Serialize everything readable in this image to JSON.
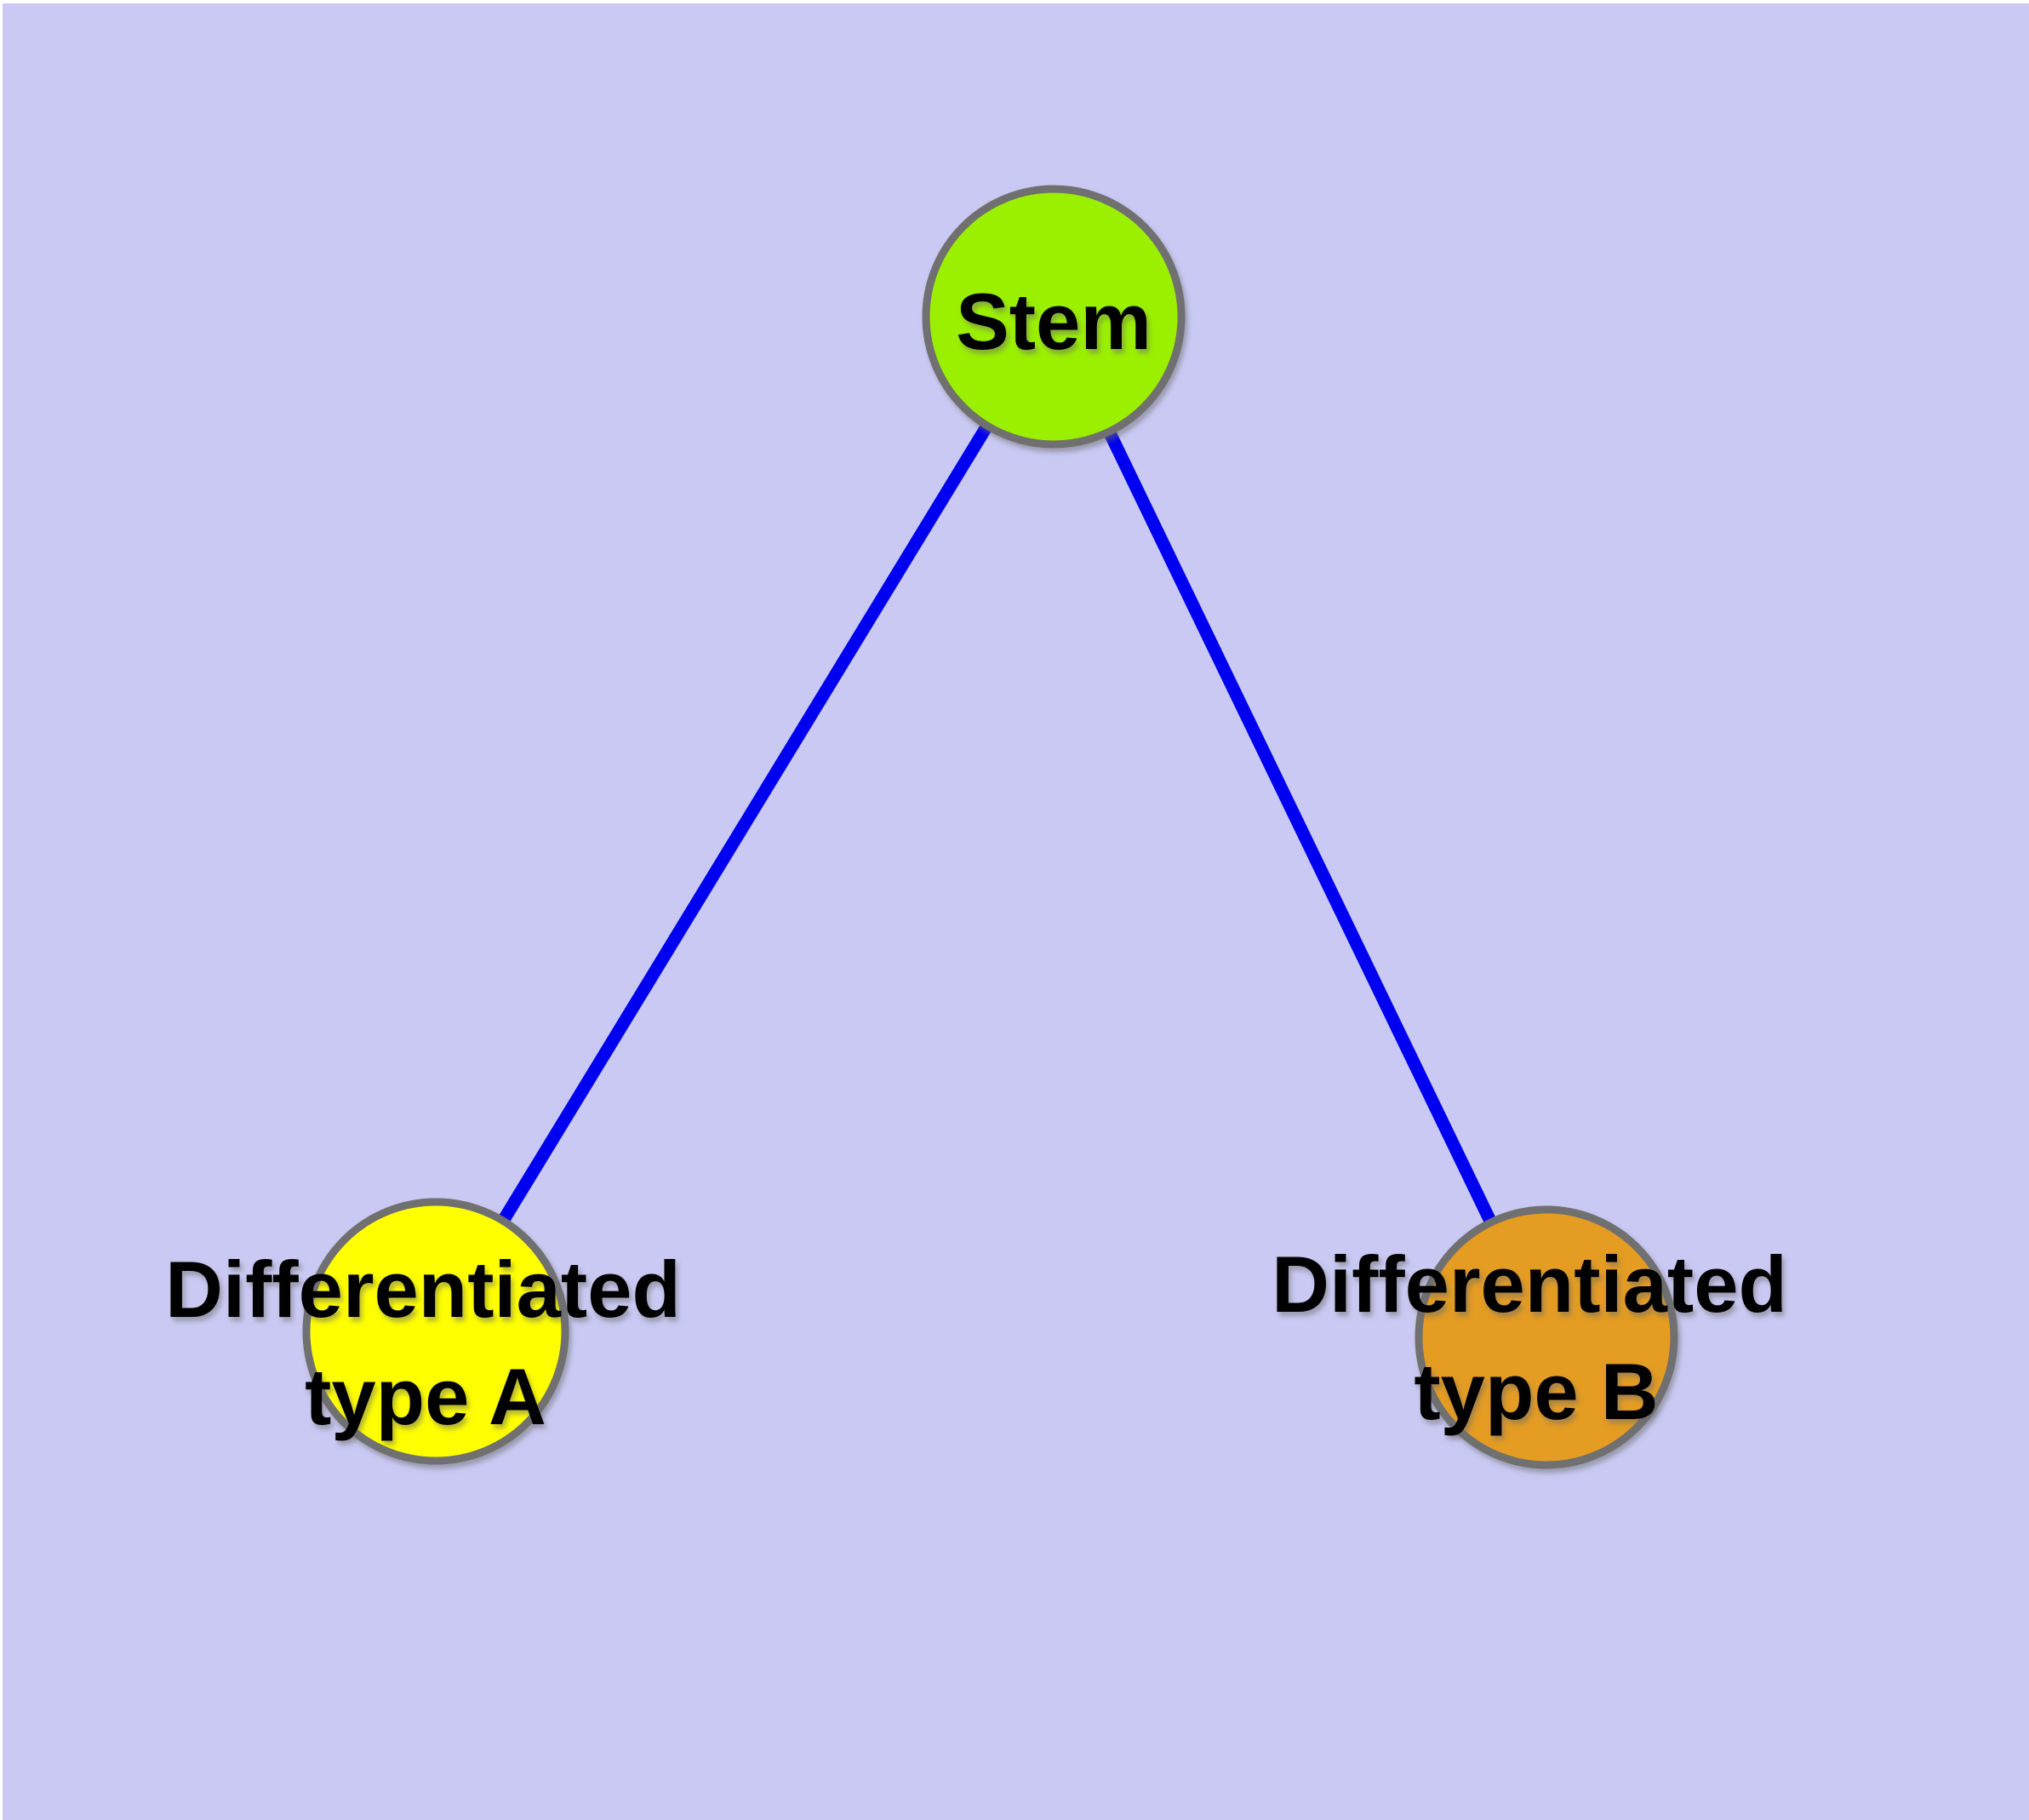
{
  "diagram": {
    "type": "node-link-graph",
    "background_color": "#c9c9f3",
    "page_margin_color": "#ffffff",
    "edge_color": "#0000f0",
    "node_border_color": "#6f6f6f",
    "label_color": "#000000",
    "nodes": [
      {
        "id": "stem",
        "label": "Stem",
        "fill": "#9bf000"
      },
      {
        "id": "differentiated-type-a",
        "label_line1": "Differentiated",
        "label_line2": "type A",
        "fill": "#ffff00"
      },
      {
        "id": "differentiated-type-b",
        "label_line1": "Differentiated",
        "label_line2": "type B",
        "fill": "#e49c20"
      }
    ],
    "edges": [
      {
        "from": "stem",
        "to": "differentiated-type-a"
      },
      {
        "from": "stem",
        "to": "differentiated-type-b"
      }
    ]
  }
}
